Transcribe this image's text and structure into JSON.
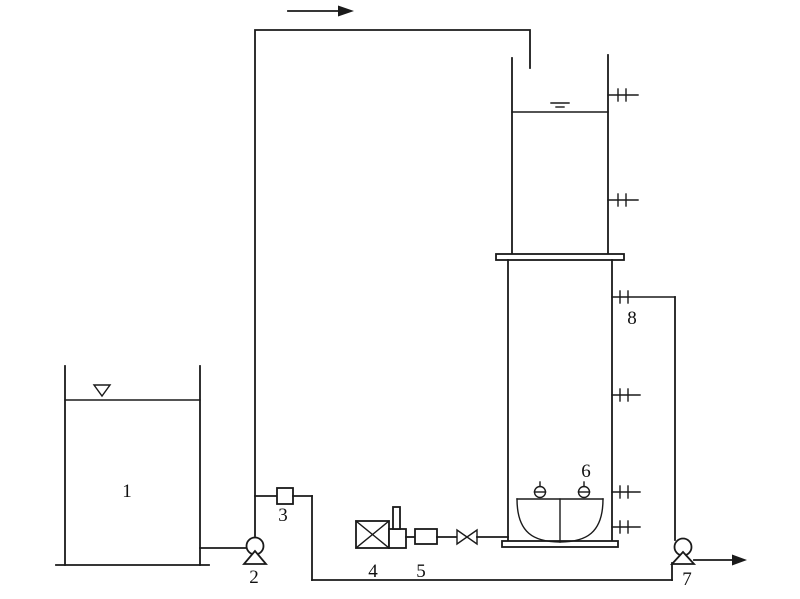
{
  "diagram": {
    "type": "process-flow-schematic",
    "background_color": "#ffffff",
    "line_color": "#1a1a1a",
    "components": {
      "tank": {
        "label": "1"
      },
      "feed_pump": {
        "label": "2"
      },
      "feed_flow_meter": {
        "label": "3"
      },
      "air_pump": {
        "label": "4"
      },
      "gas_flow_meter": {
        "label": "5"
      },
      "diffuser": {
        "label": "6"
      },
      "discharge_pump": {
        "label": "7"
      },
      "sampling_port": {
        "label": "8"
      }
    }
  }
}
